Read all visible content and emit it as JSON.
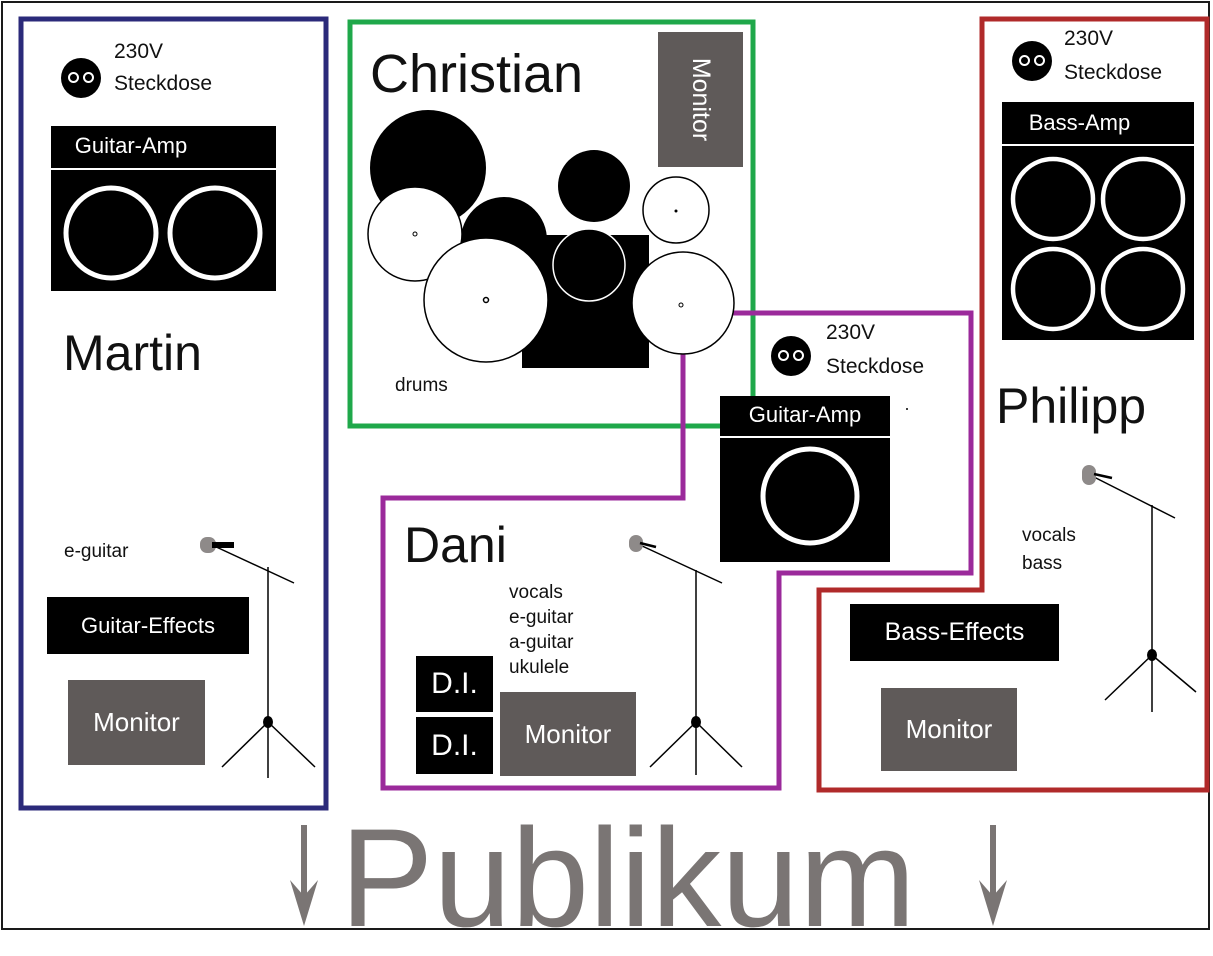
{
  "title": "Publikum",
  "colors": {
    "martin": "#2b2a7a",
    "christian": "#1fa84a",
    "dani": "#9b2a9b",
    "philipp": "#b02a2a",
    "monitor_gray": "#5f5a59",
    "publikum_gray": "#7a7574"
  },
  "power_outlet": {
    "line1": "230V",
    "line2": "Steckdose",
    "icon": "power-outlet-icon"
  },
  "martin": {
    "name": "Martin",
    "amp_label": "Guitar-Amp",
    "instrument": "e-guitar",
    "effects_label": "Guitar-Effects",
    "monitor_label": "Monitor"
  },
  "christian": {
    "name": "Christian",
    "monitor_label": "Monitor",
    "instrument": "drums"
  },
  "dani": {
    "name": "Dani",
    "amp_label": "Guitar-Amp",
    "instruments": [
      "vocals",
      "e-guitar",
      "a-guitar",
      "ukulele"
    ],
    "di_labels": [
      "D.I.",
      "D.I."
    ],
    "monitor_label": "Monitor"
  },
  "philipp": {
    "name": "Philipp",
    "amp_label": "Bass-Amp",
    "instruments": [
      "vocals",
      "bass"
    ],
    "effects_label": "Bass-Effects",
    "monitor_label": "Monitor"
  },
  "icons": {
    "mic_stand": "microphone-stand-icon",
    "arrow": "arrow-down-icon"
  }
}
